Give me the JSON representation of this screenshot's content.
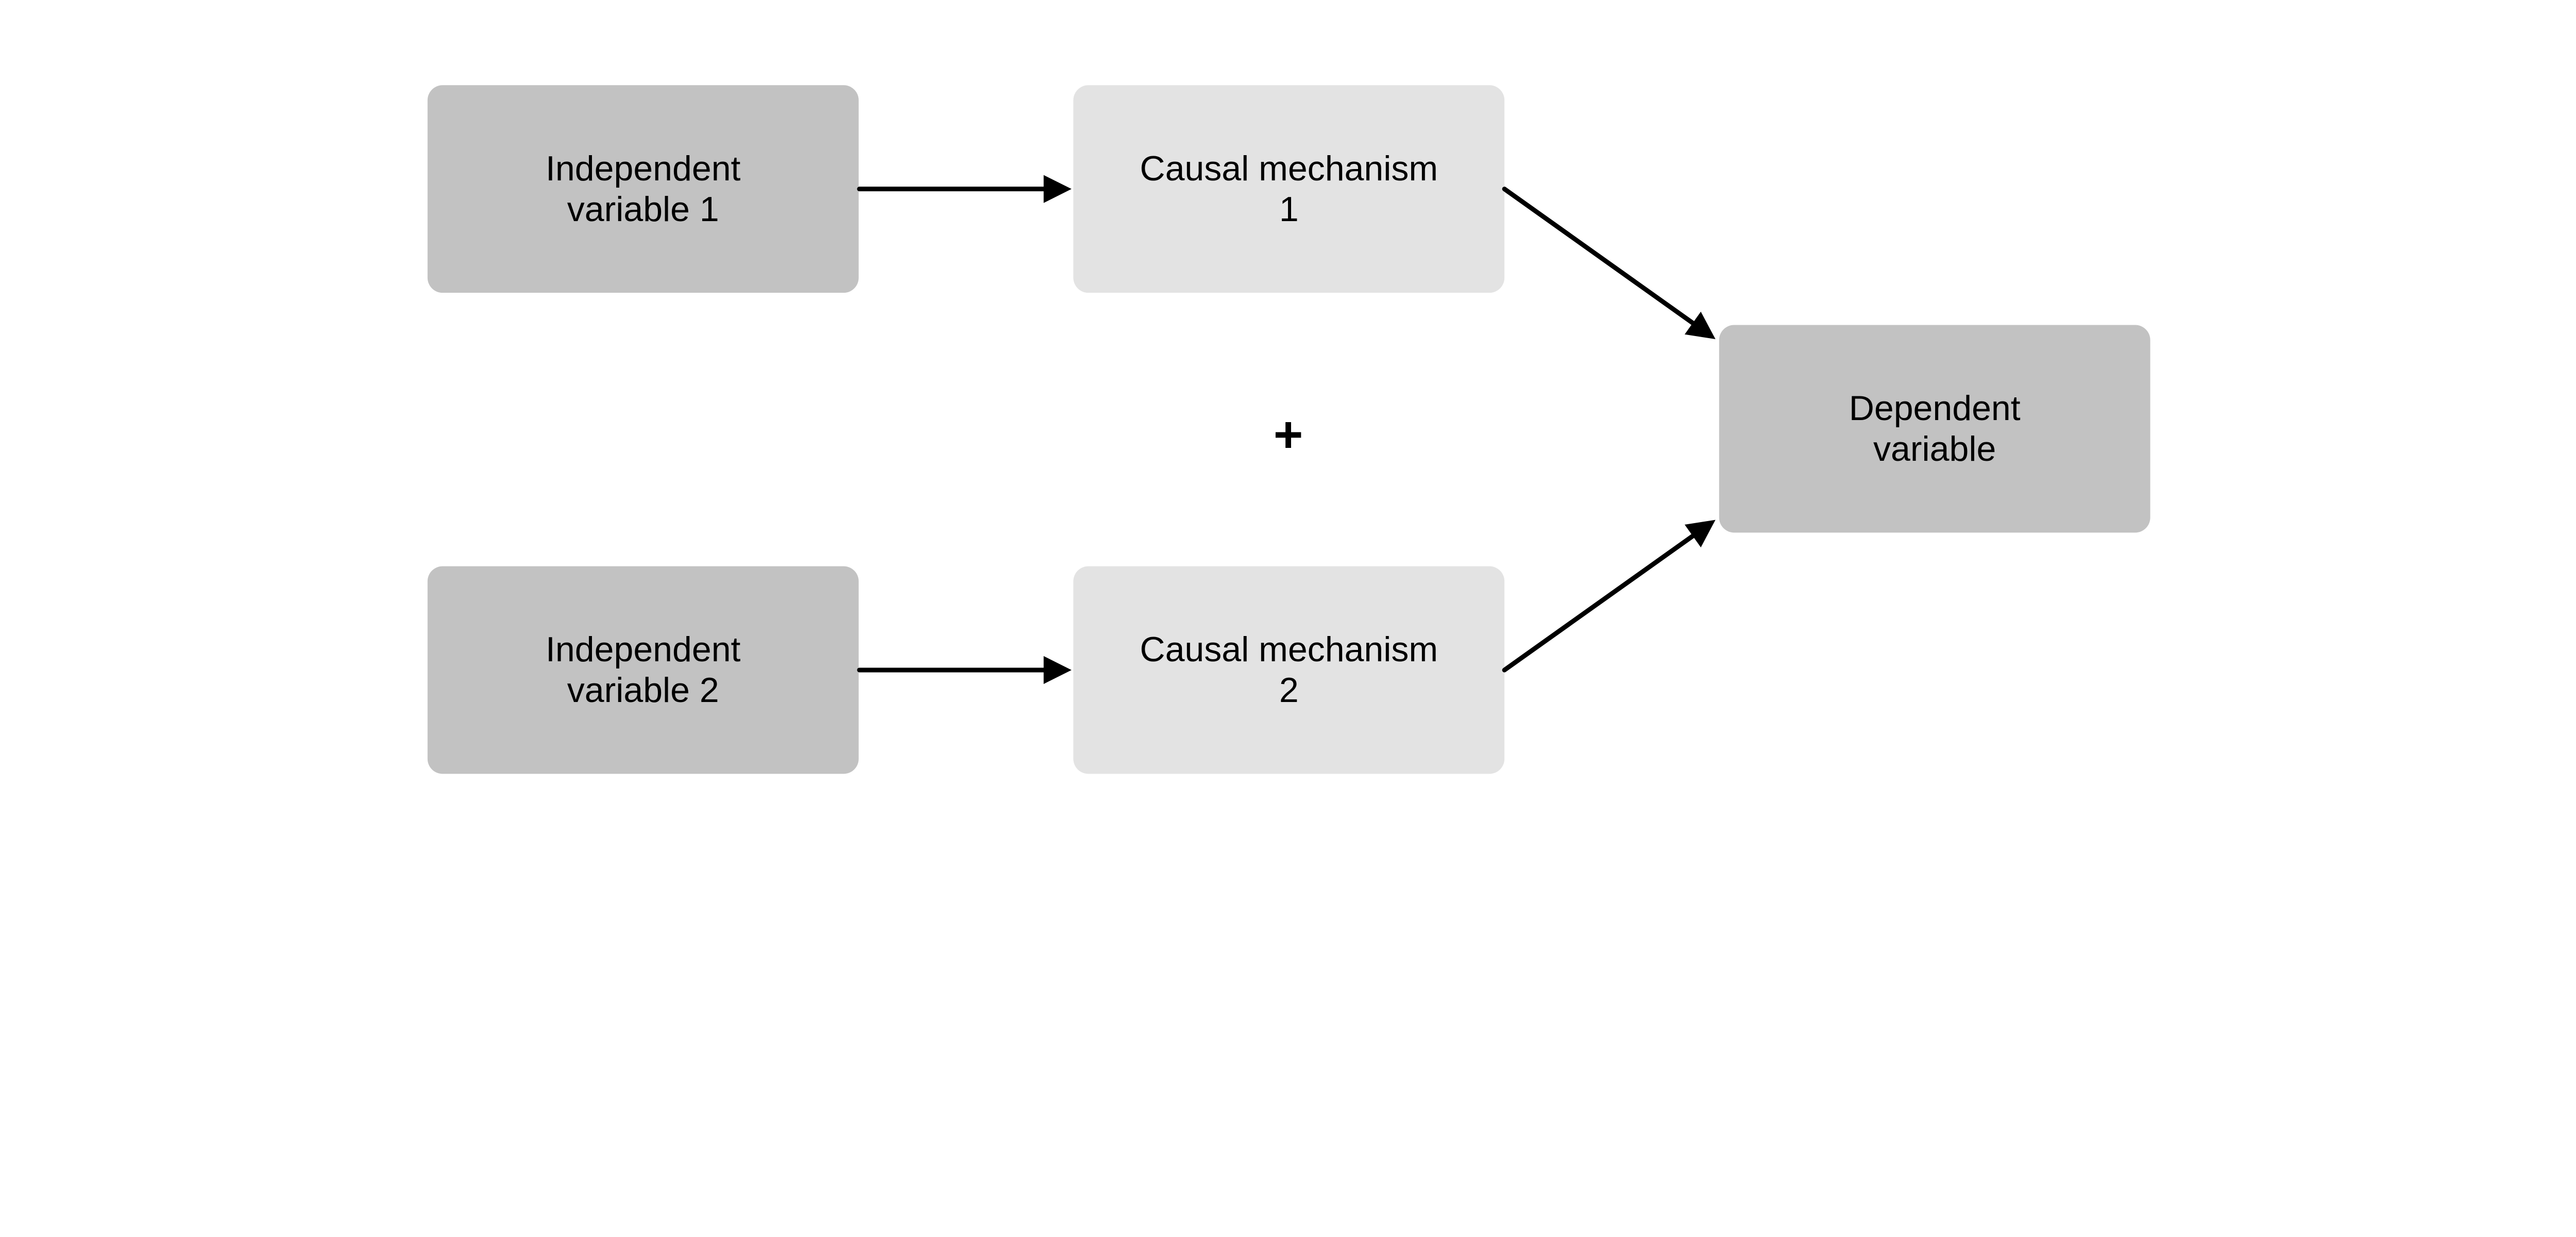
{
  "diagram": {
    "background_color": "#ffffff",
    "text_color": "#000000",
    "arrow_color": "#000000",
    "node_fill_dark": "#c2c2c2",
    "node_fill_light": "#e3e3e3",
    "nodes": [
      {
        "id": "independent-variable-1",
        "lines": [
          "Independent",
          "variable 1"
        ],
        "fill": "#c2c2c2"
      },
      {
        "id": "causal-mechanism-1",
        "lines": [
          "Causal mechanism",
          "1"
        ],
        "fill": "#e3e3e3"
      },
      {
        "id": "independent-variable-2",
        "lines": [
          "Independent",
          "variable 2"
        ],
        "fill": "#c2c2c2"
      },
      {
        "id": "causal-mechanism-2",
        "lines": [
          "Causal mechanism",
          "2"
        ],
        "fill": "#e3e3e3"
      },
      {
        "id": "dependent-variable",
        "lines": [
          "Dependent",
          "variable"
        ],
        "fill": "#c2c2c2"
      }
    ],
    "operator": {
      "symbol": "+"
    },
    "edges": [
      {
        "from": "independent-variable-1",
        "to": "causal-mechanism-1"
      },
      {
        "from": "independent-variable-2",
        "to": "causal-mechanism-2"
      },
      {
        "from": "causal-mechanism-1",
        "to": "dependent-variable"
      },
      {
        "from": "causal-mechanism-2",
        "to": "dependent-variable"
      }
    ]
  }
}
